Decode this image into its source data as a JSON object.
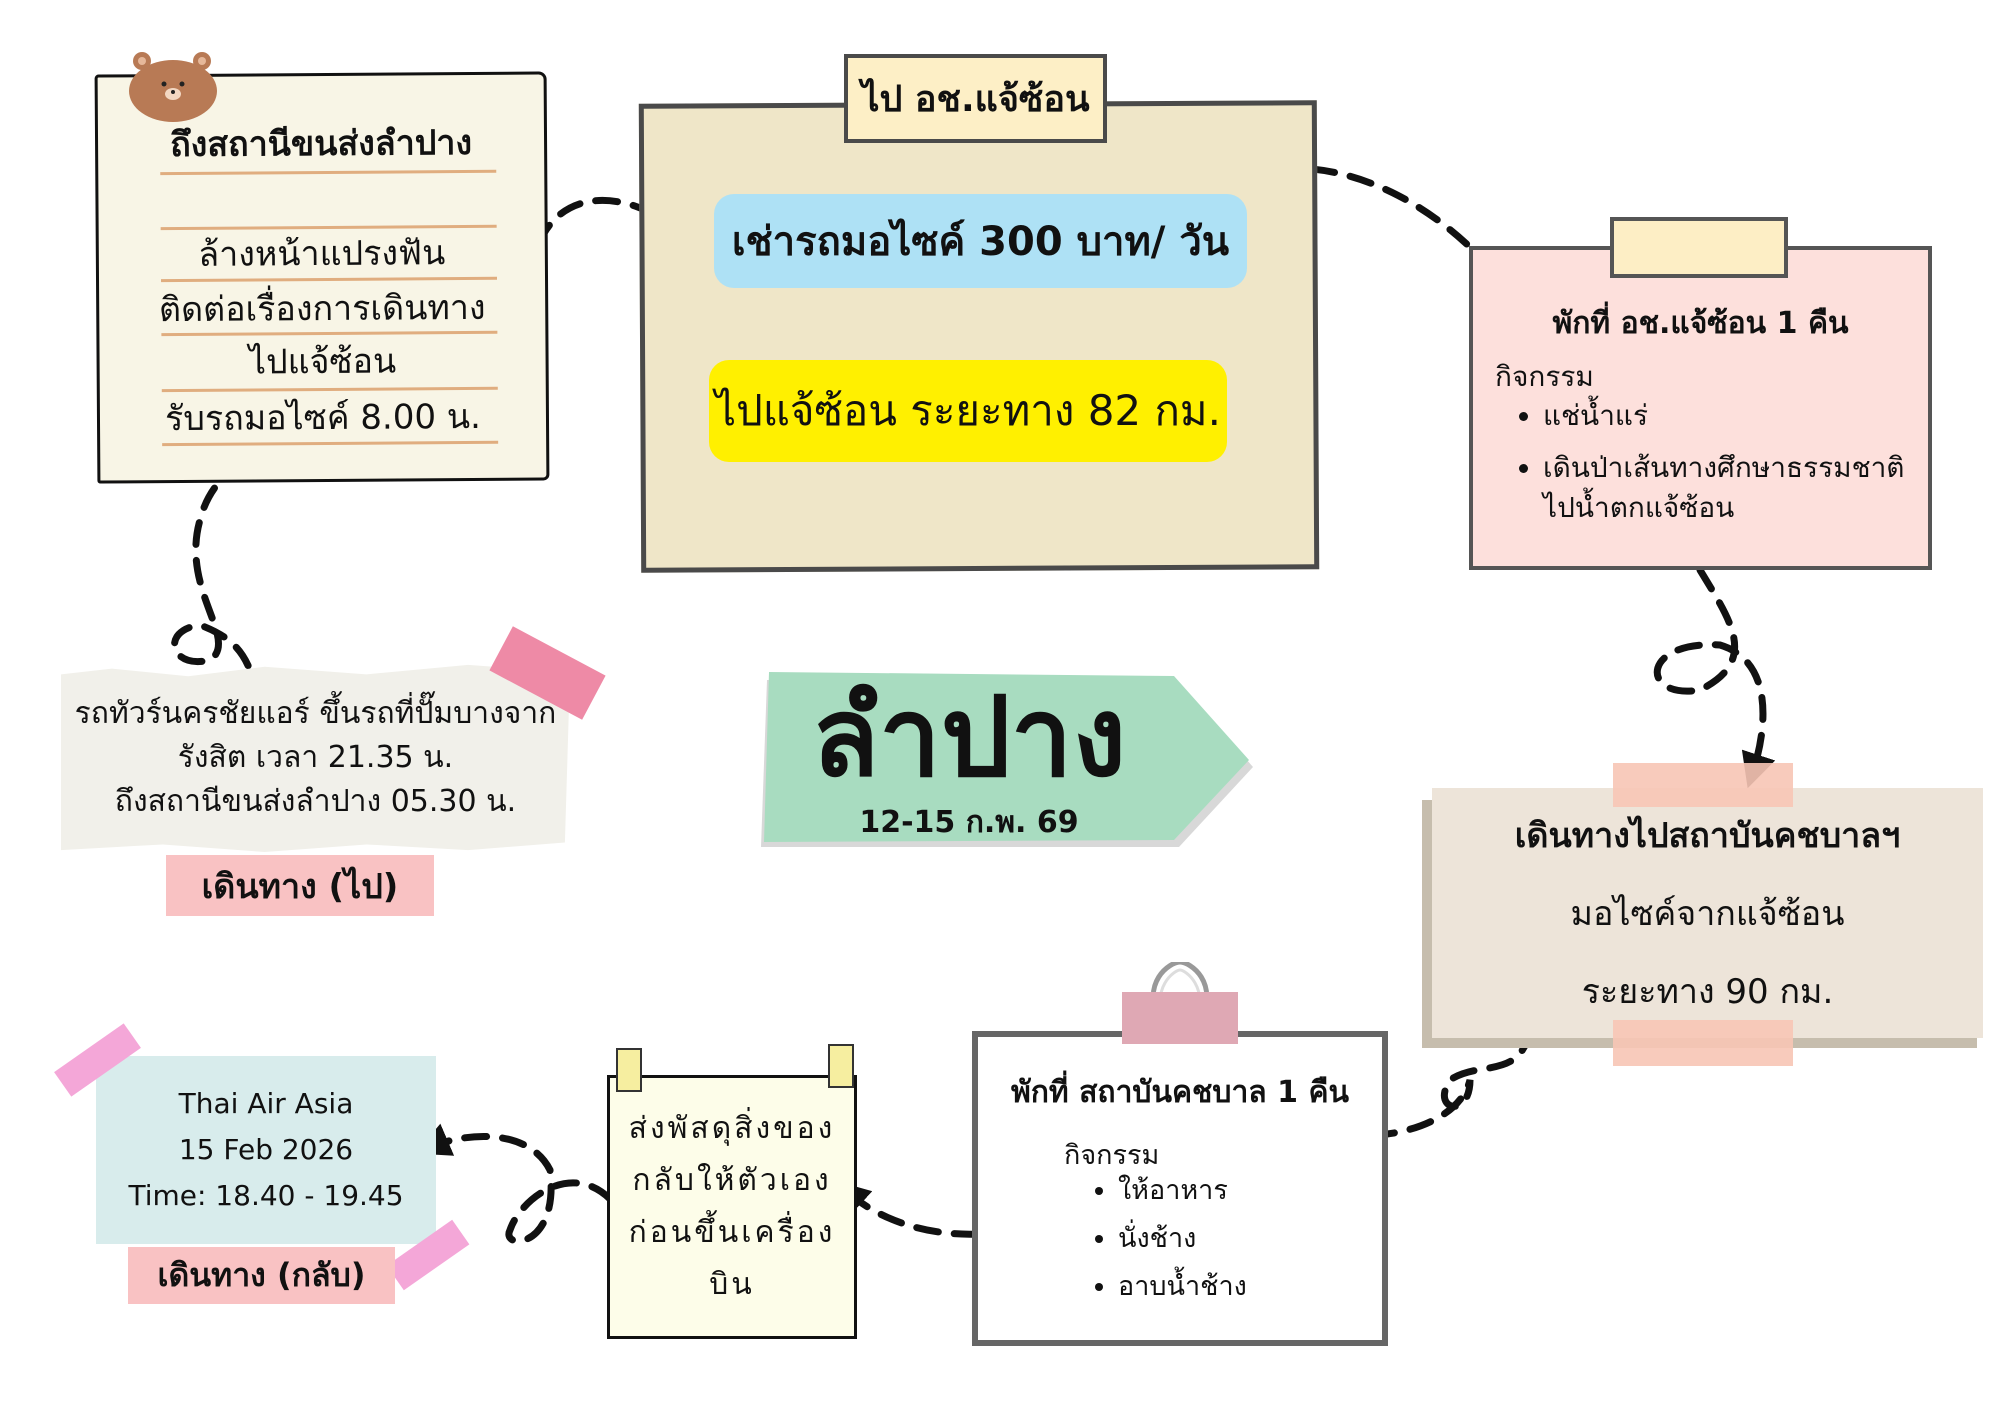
{
  "title": {
    "main": "ลำปาง",
    "date": "12-15 ก.พ. 69"
  },
  "bus_stop": {
    "title": "ถึงสถานีขนส่งลำปาง",
    "lines": [
      "ล้างหน้าแปรงฟัน",
      "ติดต่อเรื่องการเดินทาง",
      "ไปแจ้ซ้อน",
      "รับรถมอไซค์ 8.00 น."
    ]
  },
  "to_park": {
    "tab": "ไป อช.แจ้ซ้อน",
    "rent": "เช่ารถมอไซค์ 300 บาท/ วัน",
    "distance": "ไปแจ้ซ้อน ระยะทาง 82 กม."
  },
  "stay_park": {
    "title": "พักที่ อช.แจ้ซ้อน 1 คืน",
    "activities_label": "กิจกรรม",
    "activities": [
      "แช่น้ำแร่",
      "เดินป่าเส้นทางศึกษาธรรมชาติ",
      "ไปน้ำตกแจ้ซ้อน"
    ]
  },
  "departure": {
    "lines": [
      "รถทัวร์นครชัยแอร์ ขึ้นรถที่ปั๊มบางจาก",
      "รังสิต เวลา 21.35 น.",
      "ถึงสถานีขนส่งลำปาง 05.30 น."
    ],
    "label": "เดินทาง (ไป)"
  },
  "to_elephant": {
    "title": "เดินทางไปสถาบันคชบาลฯ",
    "line1": "มอไซค์จากแจ้ซ้อน",
    "line2": "ระยะทาง 90 กม."
  },
  "stay_elephant": {
    "title": "พักที่ สถาบันคชบาล 1 คืน",
    "activities_label": "กิจกรรม",
    "activities": [
      "ให้อาหาร",
      "นั่งช้าง",
      "อาบน้ำช้าง"
    ]
  },
  "parcel_note": {
    "lines": [
      "ส่งพัสดุสิ่งของ",
      "กลับให้ตัวเอง",
      "ก่อนขึ้นเครื่องบิน"
    ]
  },
  "flight": {
    "lines": [
      "Thai Air Asia",
      "15 Feb 2026",
      "Time: 18.40 - 19.45"
    ],
    "label": "เดินทาง (กลับ)"
  },
  "colors": {
    "green": "#a8dcc0",
    "blue": "#aee1f5",
    "yellow": "#fff000",
    "pink": "#fde0dc",
    "label": "#f9c2c3"
  }
}
